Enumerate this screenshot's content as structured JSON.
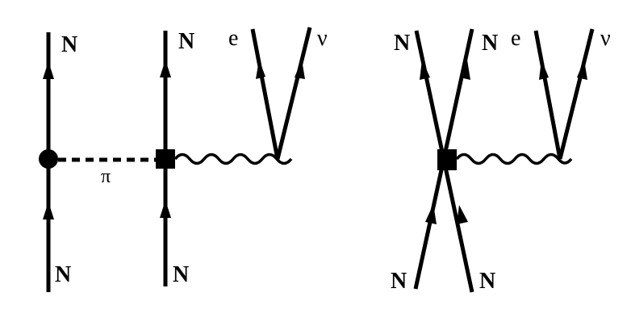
{
  "diagram_left": {
    "labels": {
      "n_top_left": "N",
      "n_bottom_left": "N",
      "n_top_mid": "N",
      "n_bottom_mid": "N",
      "pion": "π",
      "electron": "e",
      "neutrino": "ν"
    }
  },
  "diagram_right": {
    "labels": {
      "n_top_left": "N",
      "n_top_right": "N",
      "n_bottom_left": "N",
      "n_bottom_right": "N",
      "electron": "e",
      "neutrino": "ν"
    }
  }
}
